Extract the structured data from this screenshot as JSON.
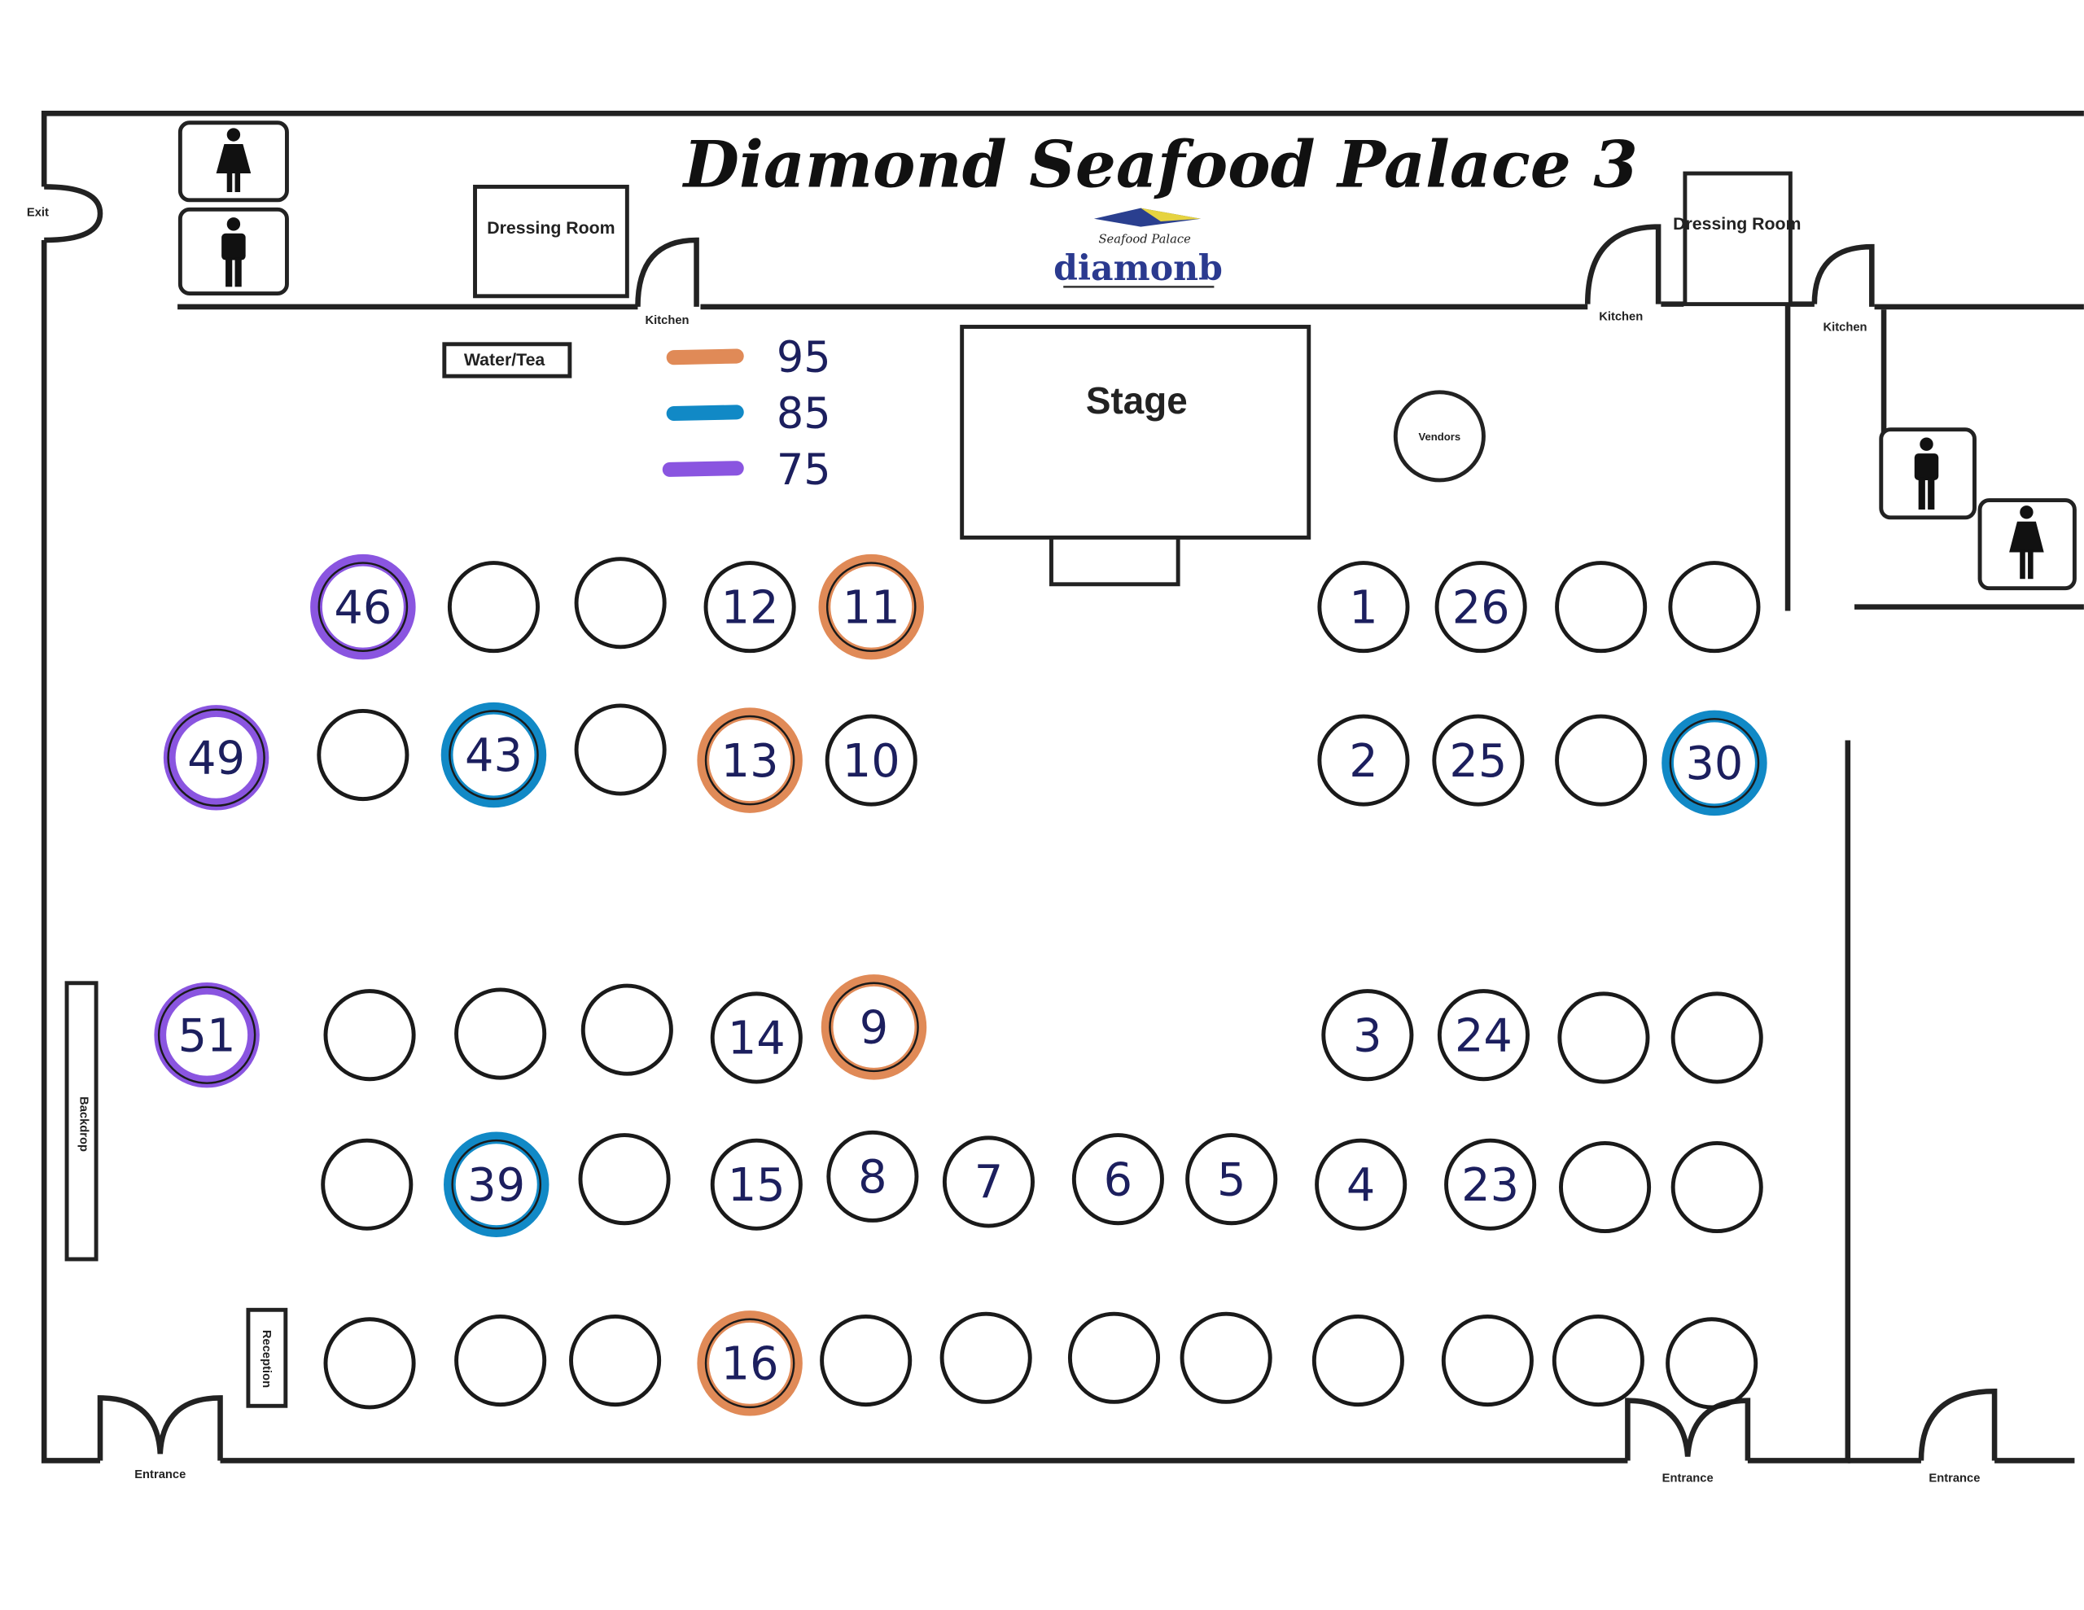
{
  "title": "Diamond Seafood Palace 3",
  "logo": {
    "tagline": "Seafood Palace",
    "wordmark": "diamonb"
  },
  "labels": {
    "exit": "Exit",
    "dressing_room_left": "Dressing Room",
    "dressing_room_right": "Dressing Room",
    "kitchen_1": "Kitchen",
    "kitchen_2": "Kitchen",
    "kitchen_3": "Kitchen",
    "water_tea": "Water/Tea",
    "stage": "Stage",
    "vendors": "Vendors",
    "backdrop": "Backdrop",
    "reception": "Reception",
    "entrance_1": "Entrance",
    "entrance_2": "Entrance",
    "entrance_3": "Entrance"
  },
  "legend": [
    {
      "color": "#e08a57",
      "value": "95",
      "key": "orange"
    },
    {
      "color": "#1189c6",
      "value": "85",
      "key": "blue"
    },
    {
      "color": "#8a55e0",
      "value": "75",
      "key": "purple"
    }
  ],
  "marker_colors": {
    "orange": "#e08a57",
    "blue": "#1189c6",
    "purple": "#8a55e0"
  },
  "tables": [
    {
      "label": "46",
      "marker": "purple"
    },
    {
      "label": "",
      "marker": ""
    },
    {
      "label": "",
      "marker": ""
    },
    {
      "label": "12",
      "marker": ""
    },
    {
      "label": "11",
      "marker": "orange"
    },
    {
      "label": "1",
      "marker": ""
    },
    {
      "label": "26",
      "marker": ""
    },
    {
      "label": "",
      "marker": ""
    },
    {
      "label": "",
      "marker": ""
    },
    {
      "label": "49",
      "marker": "purple"
    },
    {
      "label": "",
      "marker": ""
    },
    {
      "label": "43",
      "marker": "blue"
    },
    {
      "label": "",
      "marker": ""
    },
    {
      "label": "13",
      "marker": "orange"
    },
    {
      "label": "10",
      "marker": ""
    },
    {
      "label": "2",
      "marker": ""
    },
    {
      "label": "25",
      "marker": ""
    },
    {
      "label": "",
      "marker": ""
    },
    {
      "label": "30",
      "marker": "blue"
    },
    {
      "label": "51",
      "marker": "purple"
    },
    {
      "label": "",
      "marker": ""
    },
    {
      "label": "",
      "marker": ""
    },
    {
      "label": "",
      "marker": ""
    },
    {
      "label": "14",
      "marker": ""
    },
    {
      "label": "9",
      "marker": "orange"
    },
    {
      "label": "3",
      "marker": ""
    },
    {
      "label": "24",
      "marker": ""
    },
    {
      "label": "",
      "marker": ""
    },
    {
      "label": "",
      "marker": ""
    },
    {
      "label": "",
      "marker": ""
    },
    {
      "label": "39",
      "marker": "blue"
    },
    {
      "label": "",
      "marker": ""
    },
    {
      "label": "15",
      "marker": ""
    },
    {
      "label": "8",
      "marker": ""
    },
    {
      "label": "7",
      "marker": ""
    },
    {
      "label": "6",
      "marker": ""
    },
    {
      "label": "5",
      "marker": ""
    },
    {
      "label": "4",
      "marker": ""
    },
    {
      "label": "23",
      "marker": ""
    },
    {
      "label": "",
      "marker": ""
    },
    {
      "label": "",
      "marker": ""
    },
    {
      "label": "",
      "marker": ""
    },
    {
      "label": "",
      "marker": ""
    },
    {
      "label": "",
      "marker": ""
    },
    {
      "label": "16",
      "marker": "orange"
    },
    {
      "label": "",
      "marker": ""
    },
    {
      "label": "",
      "marker": ""
    },
    {
      "label": "",
      "marker": ""
    },
    {
      "label": "",
      "marker": ""
    },
    {
      "label": "",
      "marker": ""
    },
    {
      "label": "",
      "marker": ""
    },
    {
      "label": "",
      "marker": ""
    },
    {
      "label": "",
      "marker": ""
    }
  ]
}
